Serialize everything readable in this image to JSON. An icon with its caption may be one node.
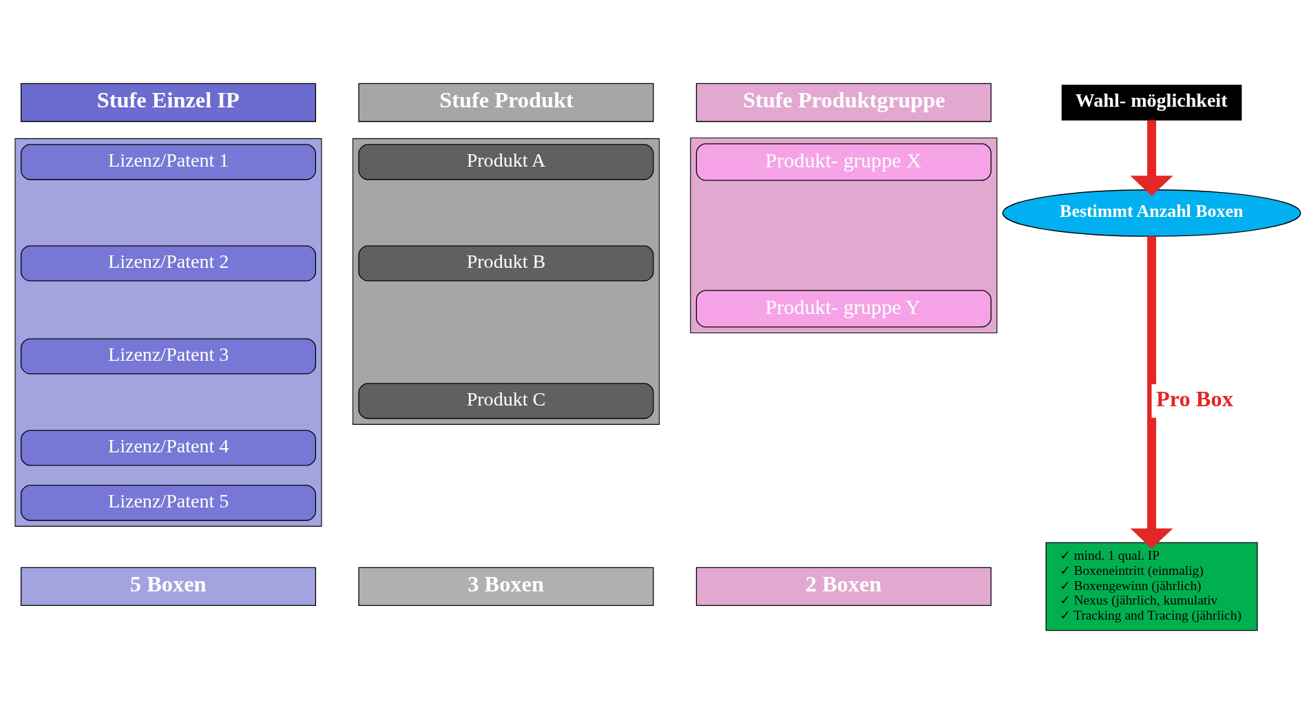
{
  "diagram": {
    "nodes": [
      {
        "text": [
          "Stufe Einzel IP"
        ]
      },
      {
        "text": [],
        "shape": "box"
      },
      {
        "text": [
          "Lizenz/Patent 1"
        ],
        "in": 1
      },
      {
        "text": [
          "Lizenz/Patent 2"
        ],
        "in": 1
      },
      {
        "text": [
          "Lizenz/Patent 3"
        ],
        "in": 1
      },
      {
        "text": [
          "Lizenz/Patent 4"
        ],
        "in": 1
      },
      {
        "text": [
          "Lizenz/Patent 5"
        ],
        "in": 1
      },
      {
        "text": [
          "5 Boxen"
        ]
      },
      {
        "text": [
          "Stufe Produkt"
        ]
      },
      {
        "text": [],
        "shape": "box"
      },
      {
        "text": [
          "Produkt A"
        ],
        "in": 9
      },
      {
        "text": [
          "Produkt B"
        ],
        "in": 9
      },
      {
        "text": [
          "Produkt C"
        ],
        "in": 9
      },
      {
        "text": [
          "3 Boxen"
        ]
      },
      {
        "text": [
          "Stufe Produktgruppe"
        ]
      },
      {
        "text": [],
        "shape": "box"
      },
      {
        "text": [
          "Produkt- gruppe X"
        ],
        "in": 15
      },
      {
        "text": [
          "Produkt- gruppe Y"
        ],
        "in": 15
      },
      {
        "text": [
          "2 Boxen"
        ]
      },
      {
        "text": [
          "Wahl- möglichkeit"
        ]
      },
      {
        "text": [
          "Bestimmt Anzahl Boxen"
        ]
      },
      {
        "text": [
          "✓ mind. 1 qual. IP",
          "✓ Boxeneintritt (einmalig)",
          "✓ Boxengewinn (jährlich)",
          "✓ Nexus (jährlich, kumulativ",
          "✓ Tracking and Tracing (jährlich)"
        ]
      }
    ],
    "edges": [
      {
        "from": 19,
        "to": 20,
        "arrow": "to",
        "color": "#e32626"
      },
      {
        "from": 20,
        "to": 21,
        "arrow": "to",
        "color": "#e32626",
        "label": "Pro Box"
      }
    ]
  }
}
